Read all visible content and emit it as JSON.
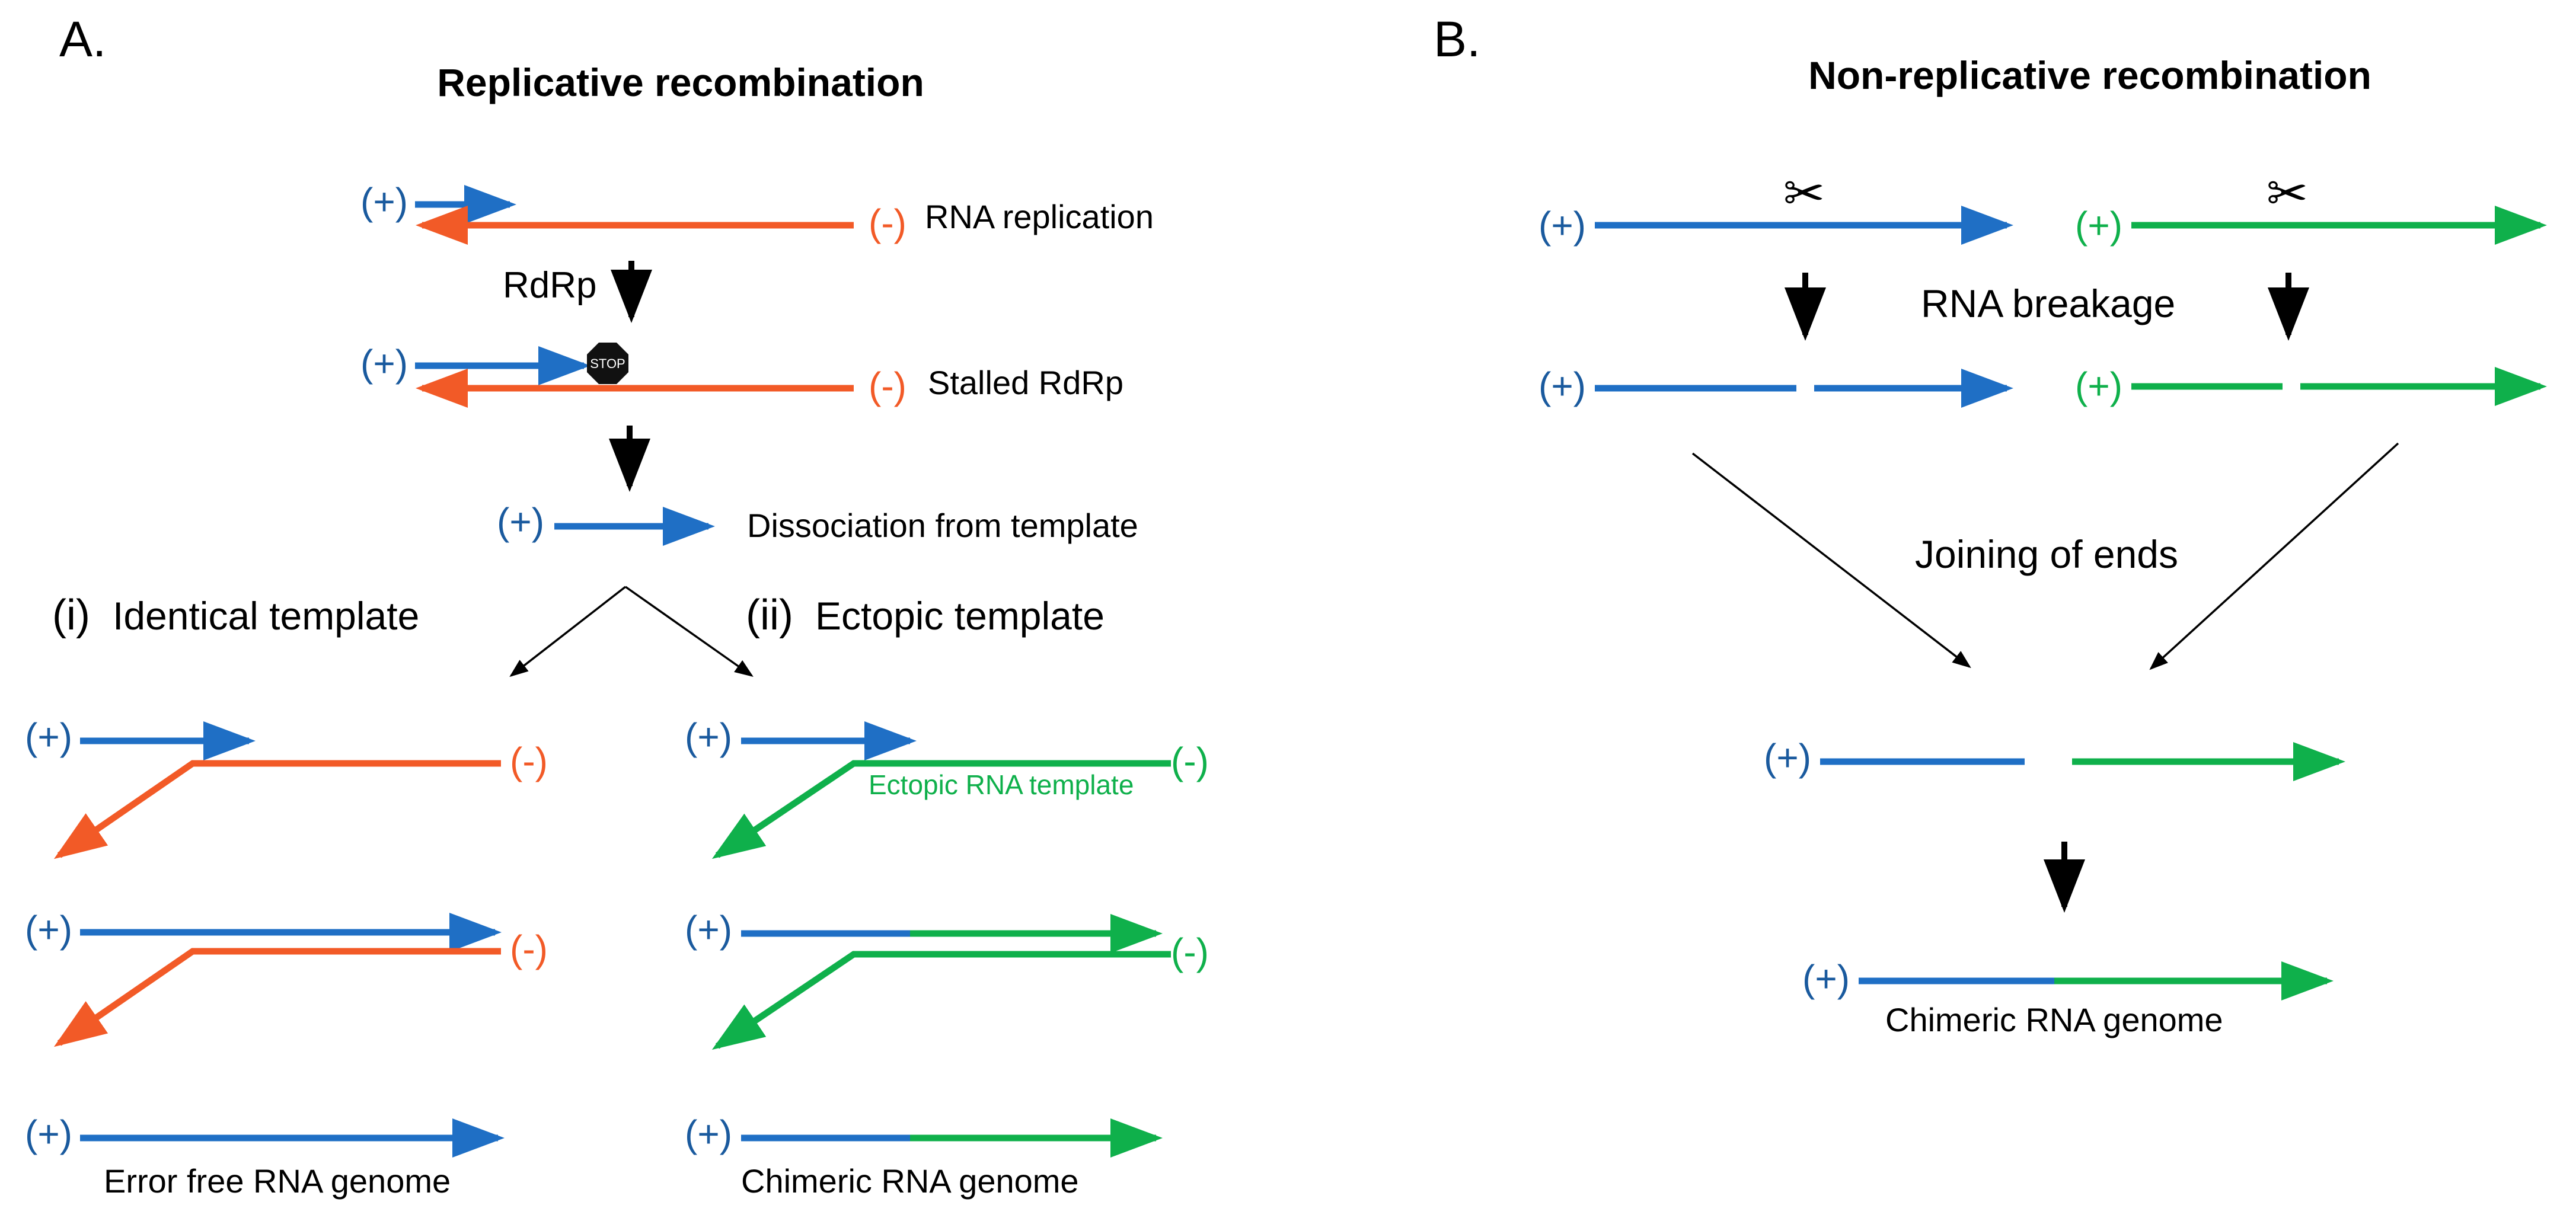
{
  "colors": {
    "plus_strand": "#1f6fc5",
    "minus_strand": "#f25a27",
    "ectopic": "#0fb04b",
    "text": "#000000",
    "plus_sign": "#1a5a9e"
  },
  "panel_a": {
    "letter": "A.",
    "title": "Replicative recombination",
    "rna_replication": "RNA replication",
    "rdrp": "RdRp",
    "stop": "STOP",
    "stalled": "Stalled RdRp",
    "dissociation": "Dissociation from template",
    "branch_i_num": "(i)",
    "branch_i_label": "Identical template",
    "branch_ii_num": "(ii)",
    "branch_ii_label": "Ectopic template",
    "ectopic_template": "Ectopic RNA template",
    "error_free": "Error free RNA genome",
    "chimeric": "Chimeric RNA genome"
  },
  "panel_b": {
    "letter": "B.",
    "title": "Non-replicative recombination",
    "scissors_icon": "scissors-icon",
    "breakage": "RNA breakage",
    "joining": "Joining of ends",
    "chimeric": "Chimeric RNA genome"
  },
  "strand_signs": {
    "plus": "(+)",
    "minus": "(-)"
  }
}
